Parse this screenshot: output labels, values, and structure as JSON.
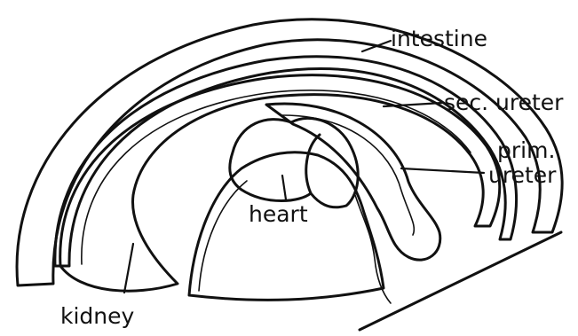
{
  "labels": {
    "intestine": "intestine",
    "sec_ureter": "sec. ureter",
    "prim_ureter_line1": "prim.",
    "prim_ureter_line2": "ureter",
    "heart": "heart",
    "kidney": "kidney"
  }
}
